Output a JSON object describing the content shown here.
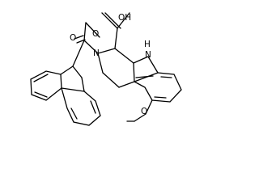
{
  "structure": {
    "labels": {
      "carboxyl_group": "OH",
      "indole_nh": "H",
      "indole_n": "N",
      "ring_n": "N",
      "carbamate_carbonyl_o": "O",
      "carbamate_ether_o": "O",
      "methoxy_o": "O"
    }
  },
  "colors": {
    "bond": "#000000",
    "text": "#000000",
    "background": "#ffffff"
  }
}
